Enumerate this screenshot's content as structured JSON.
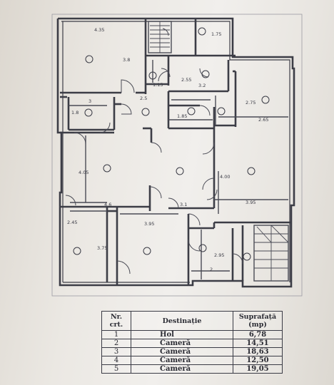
{
  "plan": {
    "dimensions": [
      "4.35",
      "1.75",
      "3.8",
      "1.15",
      "2.55",
      "3.2",
      "2.5",
      "2.75",
      "3",
      "1.8",
      "1.85",
      "2.65",
      "4.05",
      "4.00",
      "4.6",
      "3.1",
      "3.95",
      "2.45",
      "3.95",
      "3.75",
      "2.95",
      "2"
    ]
  },
  "table": {
    "headers": {
      "nr": "Nr. crt.",
      "destinatie": "Destinație",
      "suprafata": "Suprafață (mp)"
    },
    "rows": [
      {
        "nr": "1",
        "destinatie": "Hol",
        "suprafata": "6,78"
      },
      {
        "nr": "2",
        "destinatie": "Cameră",
        "suprafata": "14,51"
      },
      {
        "nr": "3",
        "destinatie": "Cameră",
        "suprafata": "18,63"
      },
      {
        "nr": "4",
        "destinatie": "Cameră",
        "suprafata": "12,50"
      },
      {
        "nr": "5",
        "destinatie": "Cameră",
        "suprafata": "19,05"
      }
    ]
  }
}
